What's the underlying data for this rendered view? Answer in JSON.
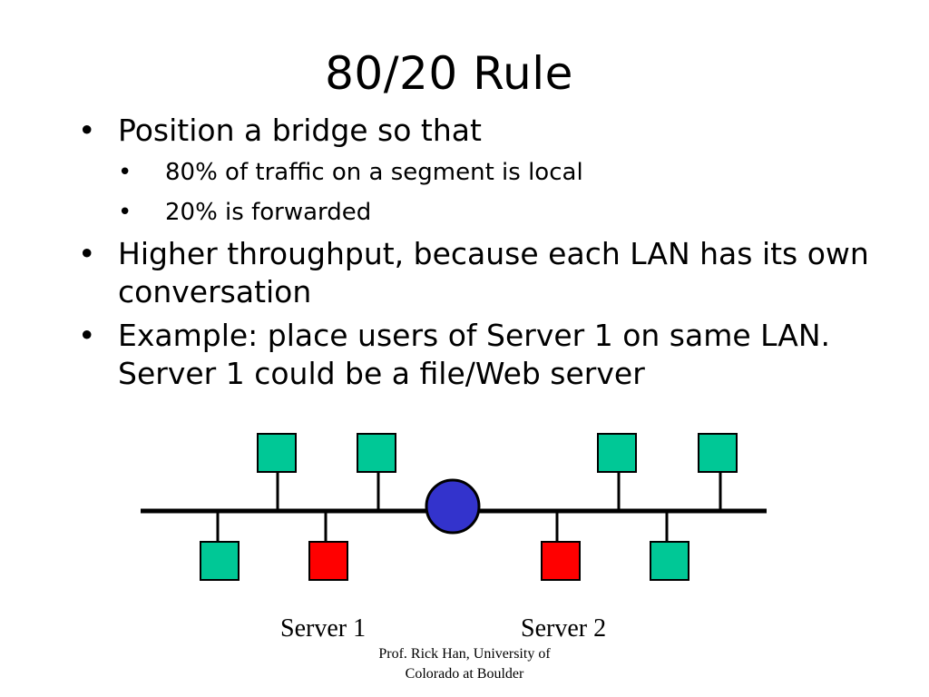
{
  "slide": {
    "title": "80/20 Rule",
    "bullets": [
      {
        "text": "Position a bridge so that",
        "sub": [
          "80% of traffic on a segment is local",
          "20% is forwarded"
        ]
      },
      {
        "text": "Higher throughput, because each LAN has its own conversation"
      },
      {
        "text": "Example: place users of Server 1 on same LAN.  Server 1 could be a file/Web server"
      }
    ],
    "bullet_char": "•"
  },
  "diagram": {
    "server1_label": "Server 1",
    "server2_label": "Server 2",
    "colors": {
      "host": "#00c896",
      "server": "#ff0000",
      "bridge": "#3333cc",
      "line": "#000000"
    }
  },
  "footer": {
    "line1": "Prof. Rick Han, University of",
    "line2": "Colorado at Boulder"
  }
}
